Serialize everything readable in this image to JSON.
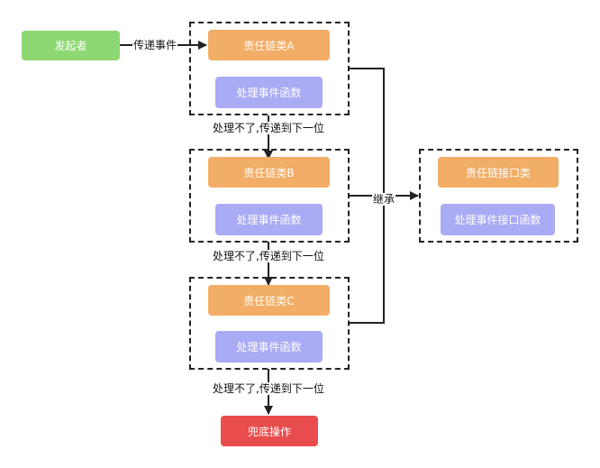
{
  "sender": "发起者",
  "send_event": "传递事件",
  "handlers": [
    {
      "class_name": "责任链类A",
      "method": "处理事件函数"
    },
    {
      "class_name": "责任链类B",
      "method": "处理事件函数"
    },
    {
      "class_name": "责任链类C",
      "method": "处理事件函数"
    }
  ],
  "pass_on": [
    "处理不了,传递到下一位",
    "处理不了,传递到下一位",
    "处理不了,传递到下一位"
  ],
  "inherit": "继承",
  "interface": {
    "class_name": "责任链接口类",
    "method": "处理事件接口函数"
  },
  "terminal": "兜底操作",
  "colors": {
    "sender": "#8ed873",
    "class": "#f2ad66",
    "method": "#a9abf4",
    "terminal": "#e84c4c"
  }
}
